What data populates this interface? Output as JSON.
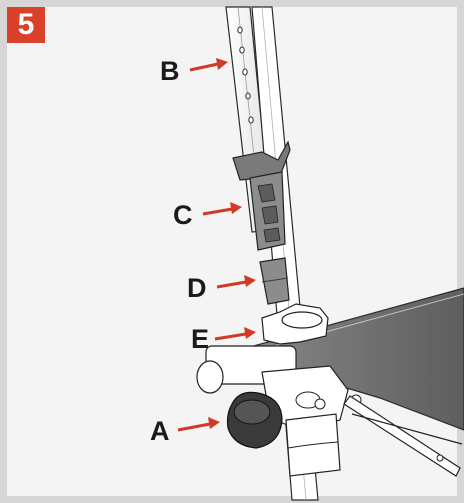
{
  "step": {
    "number": "5",
    "badge_color": "#d9412b"
  },
  "callouts": [
    {
      "id": "b",
      "letter": "B"
    },
    {
      "id": "c",
      "letter": "C"
    },
    {
      "id": "d",
      "letter": "D"
    },
    {
      "id": "e",
      "letter": "E"
    },
    {
      "id": "a",
      "letter": "A"
    }
  ],
  "colors": {
    "arrow": "#d13a26",
    "line": "#2a2a2a",
    "background": "#f4f4f4",
    "tray": "#777777"
  }
}
